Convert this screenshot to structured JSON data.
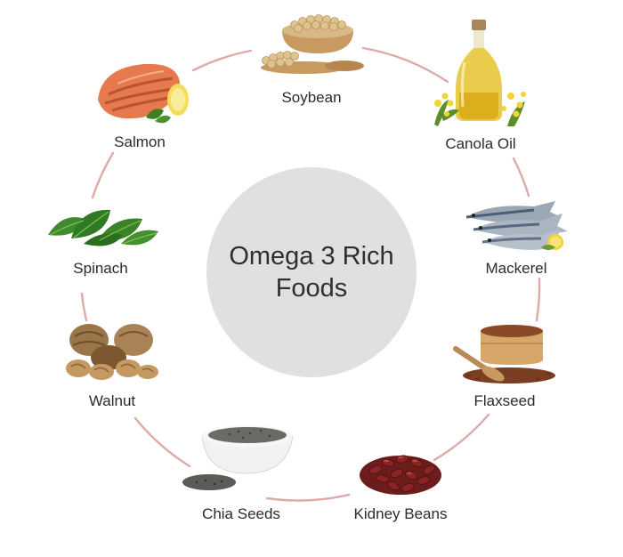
{
  "center": {
    "line1": "Omega 3 Rich",
    "line2": "Foods"
  },
  "colors": {
    "ring": "#dcaaa7",
    "center_fill": "#e1e0df",
    "text": "#2b2b2b"
  },
  "foods": [
    {
      "label": "Soybean",
      "icon": "soybean-bowl-icon"
    },
    {
      "label": "Canola Oil",
      "icon": "oil-bottle-icon"
    },
    {
      "label": "Mackerel",
      "icon": "mackerel-fish-icon"
    },
    {
      "label": "Flaxseed",
      "icon": "flaxseed-bowl-icon"
    },
    {
      "label": "Kidney Beans",
      "icon": "kidney-beans-icon"
    },
    {
      "label": "Chia Seeds",
      "icon": "chia-seeds-bowl-icon"
    },
    {
      "label": "Walnut",
      "icon": "walnut-icon"
    },
    {
      "label": "Spinach",
      "icon": "spinach-icon"
    },
    {
      "label": "Salmon",
      "icon": "salmon-icon"
    }
  ]
}
